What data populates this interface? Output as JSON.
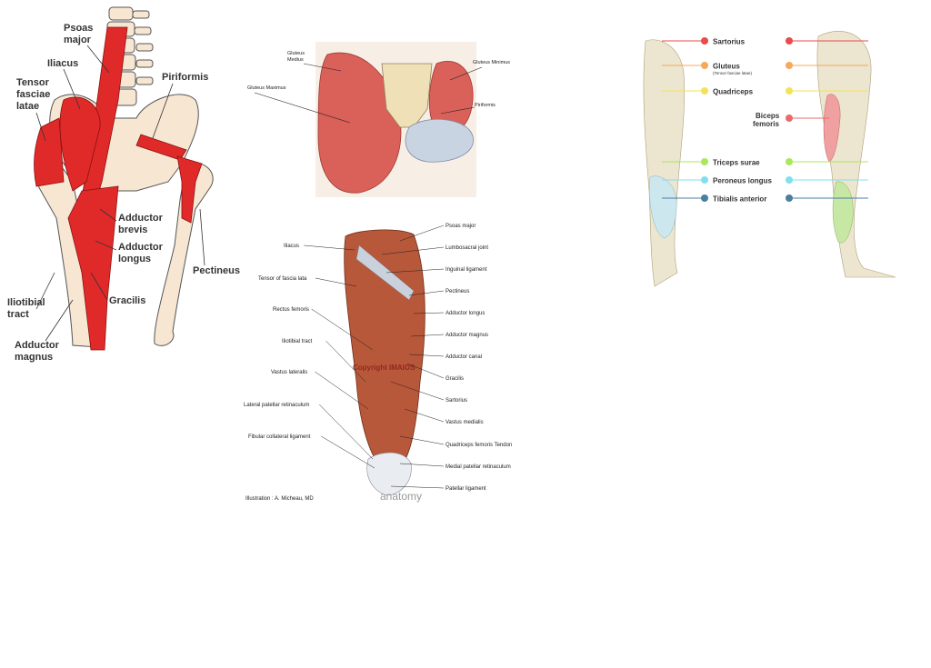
{
  "panel_hip": {
    "labels": {
      "psoas_major_1": "Psoas",
      "psoas_major_2": "major",
      "iliacus": "Iliacus",
      "tensor_1": "Tensor",
      "tensor_2": "fasciae",
      "tensor_3": "latae",
      "piriformis": "Piriformis",
      "add_brevis_1": "Adductor",
      "add_brevis_2": "brevis",
      "add_longus_1": "Adductor",
      "add_longus_2": "longus",
      "pectineus": "Pectineus",
      "gracilis": "Gracilis",
      "itb_1": "Iliotibial",
      "itb_2": "tract",
      "add_magnus_1": "Adductor",
      "add_magnus_2": "magnus"
    }
  },
  "panel_gluteal": {
    "labels": {
      "glut_medius_1": "Gluteus",
      "glut_medius_2": "Medius",
      "glut_minimus": "Gluteus Minimus",
      "glut_maximus": "Gluteus Maximus",
      "piriformis": "Piriformis"
    }
  },
  "panel_thigh": {
    "left_labels": [
      "Iliacus",
      "Tensor of fascia lata",
      "Rectus femoris",
      "Iliotibial tract",
      "Vastus lateralis",
      "Lateral patellar retinaculum",
      "Fibular collateral ligament"
    ],
    "right_labels": [
      "Psoas major",
      "Lumbosacral joint",
      "Inguinal ligament",
      "Pectineus",
      "Adductor longus",
      "Adductor magnus",
      "Adductor canal",
      "Gracilis",
      "Sartorius",
      "Vastus medialis",
      "Quadriceps femoris Tendon",
      "Medial patellar retinaculum",
      "Patellar ligament"
    ],
    "watermark": "Copyright IMAIOS",
    "credit": "Illustration : A. Micheau, MD",
    "logo": "anatomy"
  },
  "panel_leg": {
    "legend": [
      {
        "label": "Sartorius",
        "color": "#e84b4b"
      },
      {
        "label": "Gluteus",
        "sublabel": "(Tensor fasciae latae)",
        "color": "#f5a95a"
      },
      {
        "label": "Quadriceps",
        "color": "#f2e35a"
      },
      {
        "label": "Biceps femoris",
        "color": "#e86b6b"
      },
      {
        "label": "Triceps surae",
        "color": "#a8e85a"
      },
      {
        "label": "Peroneus longus",
        "color": "#7fe0f0"
      },
      {
        "label": "Tibialis anterior",
        "color": "#4a7fa0"
      }
    ],
    "biceps_line1": "Biceps",
    "biceps_line2": "femoris"
  }
}
